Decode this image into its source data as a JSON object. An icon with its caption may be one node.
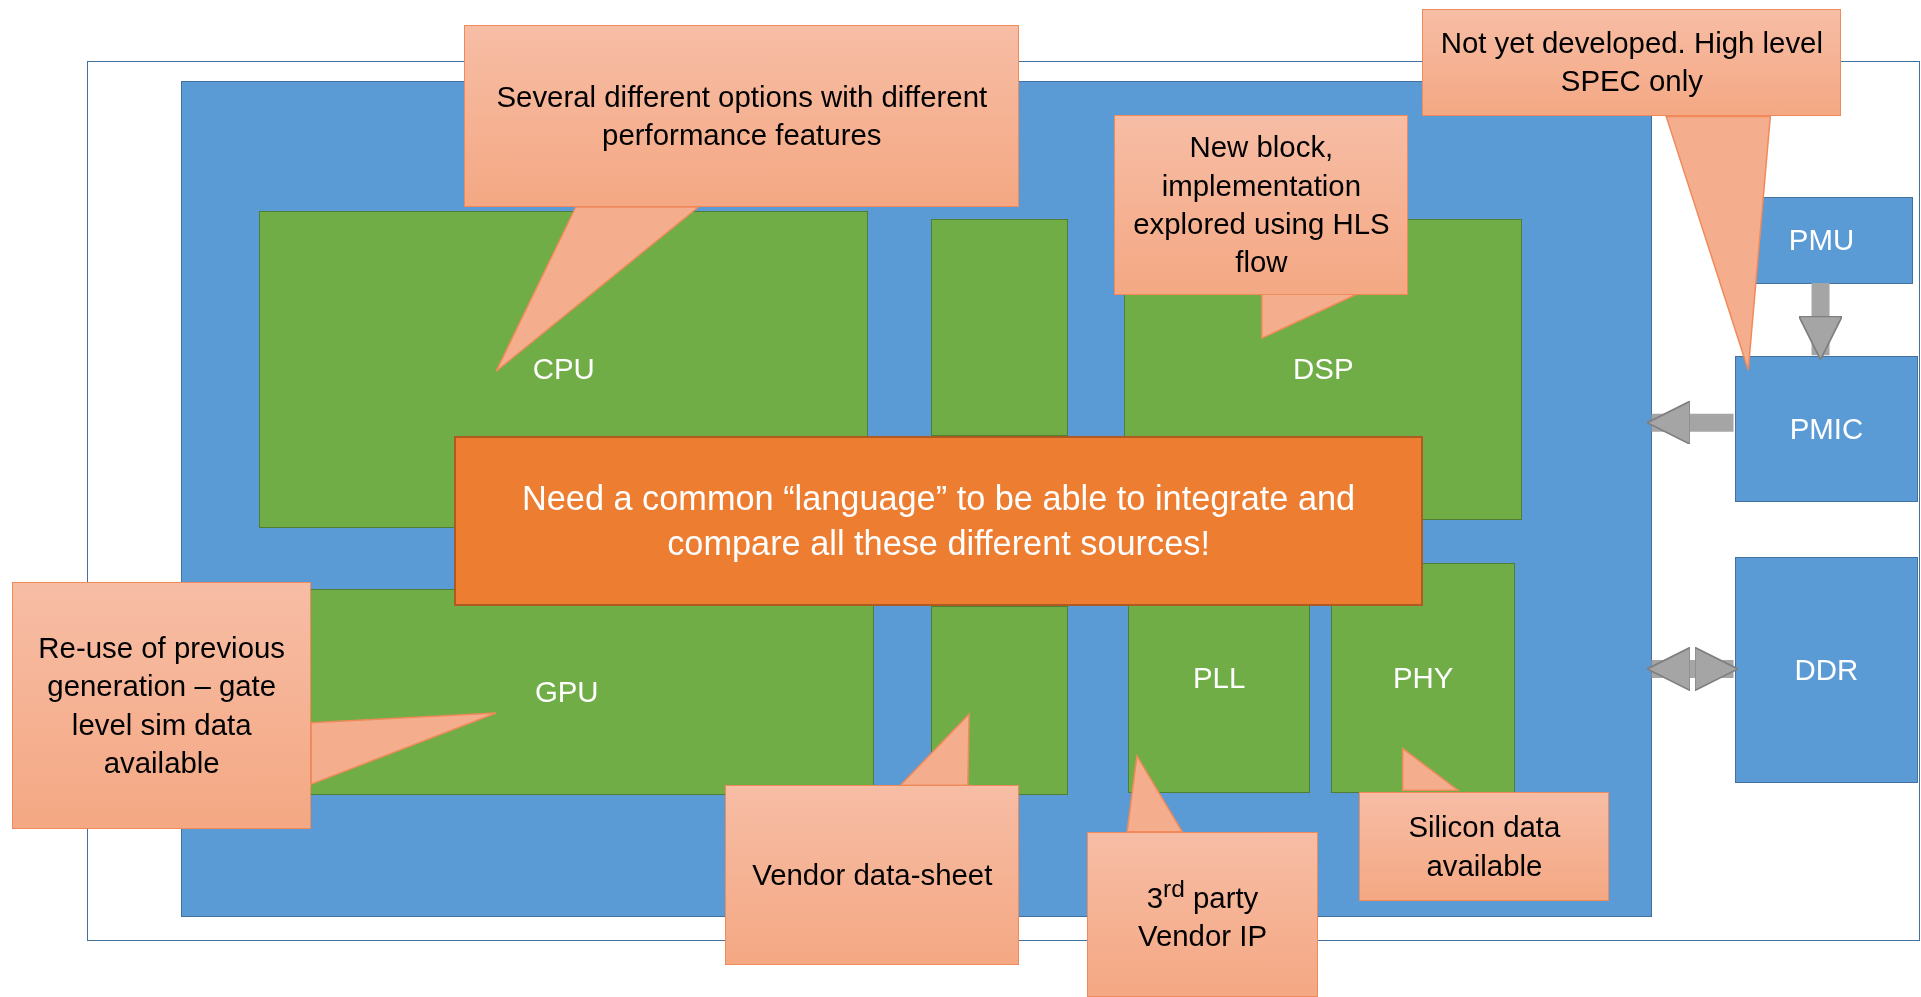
{
  "diagram": {
    "nodes": [
      {
        "text": [],
        "shape": "box"
      },
      {
        "text": [],
        "shape": "box",
        "in": 0
      },
      {
        "text": [
          "CPU"
        ],
        "in": 1
      },
      {
        "text": [],
        "shape": "box",
        "in": 1
      },
      {
        "text": [
          "DSP"
        ],
        "in": 1
      },
      {
        "text": [
          "GPU"
        ],
        "in": 1
      },
      {
        "text": [],
        "shape": "box",
        "in": 1
      },
      {
        "text": [
          "PLL"
        ],
        "in": 1
      },
      {
        "text": [
          "PHY"
        ],
        "in": 1
      },
      {
        "text": [
          "Need a common “language” to be able to integrate and compare all these different sources!"
        ],
        "in": 1
      },
      {
        "text": [
          "PMU"
        ],
        "in": 0
      },
      {
        "text": [
          "PMIC"
        ],
        "in": 0
      },
      {
        "text": [
          "DDR"
        ],
        "in": 0
      },
      {
        "text": [
          "Several different options with different performance features"
        ]
      },
      {
        "text": [
          "Not yet developed. High level SPEC only"
        ]
      },
      {
        "text": [
          "New block, implementation explored using HLS flow"
        ],
        "in": 1
      },
      {
        "text": [
          "Re-use of previous generation – gate level sim data available"
        ]
      },
      {
        "text": [
          "Vendor data-sheet"
        ]
      },
      {
        "text": [
          "3$^{rd}$ party Vendor IP"
        ]
      },
      {
        "text": [
          "Silicon data available"
        ],
        "in": 1
      }
    ],
    "edges": [
      {
        "from": 10,
        "to": 11,
        "arrow": "to"
      },
      {
        "from": 11,
        "to": 1,
        "arrow": "to"
      },
      {
        "from": 12,
        "to": 1,
        "arrow": "both"
      },
      {
        "from": 13,
        "to": 2,
        "arrow": "to"
      },
      {
        "from": 14,
        "to": 11,
        "arrow": "to"
      },
      {
        "from": 15,
        "to": 4,
        "arrow": "to"
      },
      {
        "from": 16,
        "to": 5,
        "arrow": "to"
      },
      {
        "from": 17,
        "to": 6,
        "arrow": "to"
      },
      {
        "from": 18,
        "to": 7,
        "arrow": "to"
      },
      {
        "from": 19,
        "to": 8,
        "arrow": "to"
      }
    ]
  }
}
